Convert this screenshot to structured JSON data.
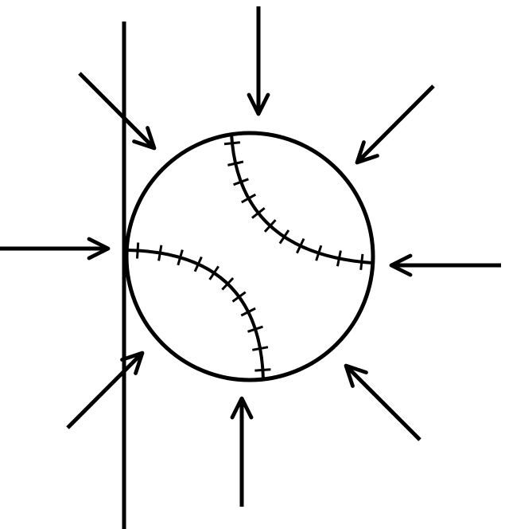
{
  "diagram": {
    "stroke_color": "#000000",
    "background_color": "#ffffff",
    "wall": {
      "name": "wall-line"
    },
    "ball": {
      "name": "baseball",
      "seam_count": 2
    },
    "arrows": [
      {
        "name": "arrow-top"
      },
      {
        "name": "arrow-top-left"
      },
      {
        "name": "arrow-top-right"
      },
      {
        "name": "arrow-left"
      },
      {
        "name": "arrow-right"
      },
      {
        "name": "arrow-bottom-left"
      },
      {
        "name": "arrow-bottom"
      },
      {
        "name": "arrow-bottom-right"
      }
    ]
  }
}
